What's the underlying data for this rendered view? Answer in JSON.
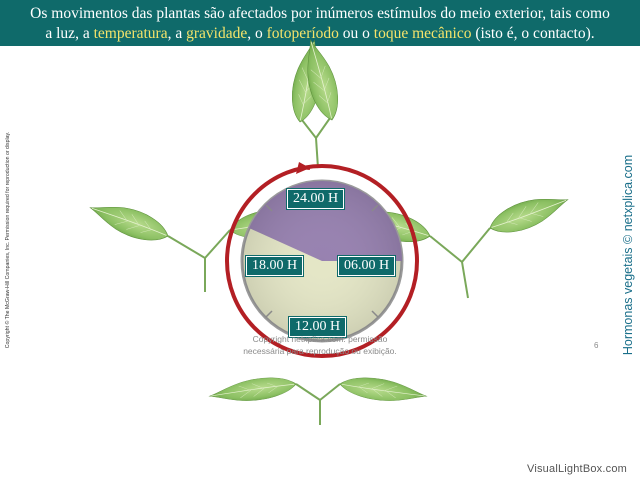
{
  "banner": {
    "line1": "Os movimentos das plantas são afectados por inúmeros estímulos do meio exterior, tais como",
    "line2_a": "a luz, a ",
    "line2_temp": "temperatura",
    "line2_b": ", a ",
    "line2_grav": "gravidade",
    "line2_c": ", o ",
    "line2_foto": "fotoperíodo",
    "line2_d": " ou o ",
    "line2_toque": "toque mecânico",
    "line2_e": " (isto é, o contacto)."
  },
  "side_copyright": "Copyright © The McGraw-Hill Companies, Inc. Permission required for reproduction or display.",
  "side_title": "Hormonas vegetais © netxplica.com",
  "clock": {
    "label_top": "24.00 H",
    "label_right": "06.00 H",
    "label_bottom": "12.00 H",
    "label_left": "18.00 H"
  },
  "footer": {
    "line1": "Copyright netxplica.com: permissão",
    "line2": "necessária para reprodução ou exibição."
  },
  "page_number": "6",
  "watermark": "VisualLightBox.com",
  "colors": {
    "banner_bg": "#0f6a6a",
    "highlight": "#f4e36a",
    "night": "#9781b0",
    "day": "#e4e6c6",
    "ring": "#b31f24",
    "leaf": "#8cc063"
  }
}
